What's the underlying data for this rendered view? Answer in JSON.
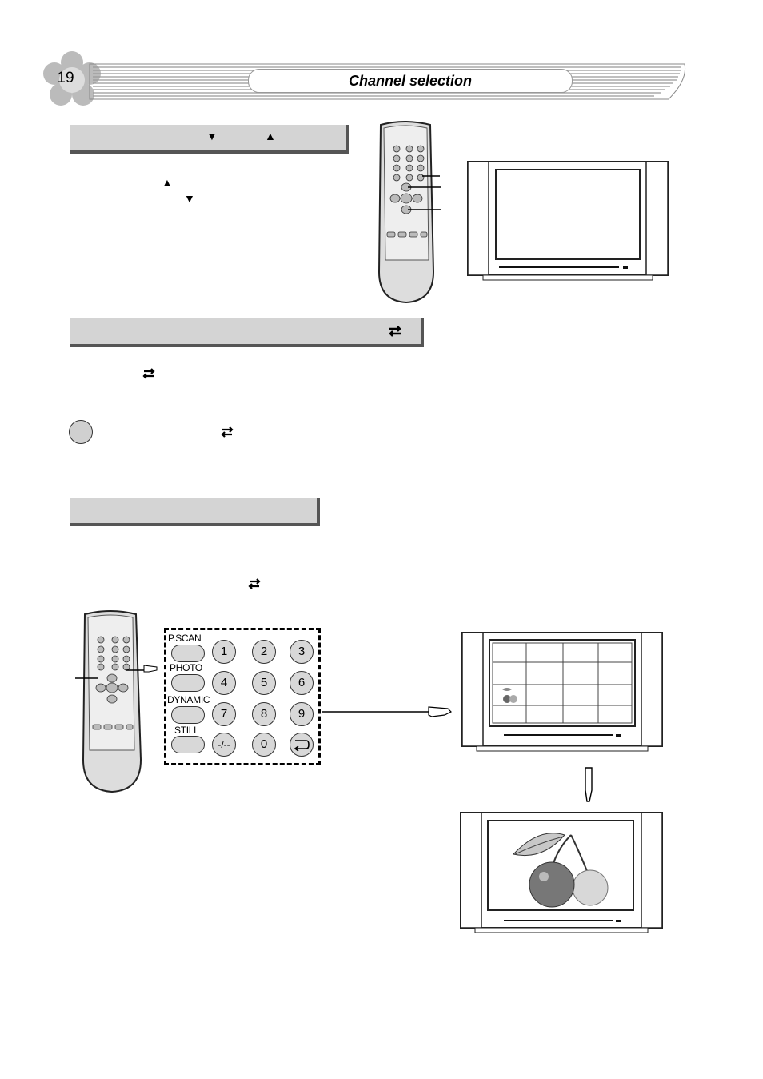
{
  "header": {
    "page_number": "19",
    "title": "Channel selection"
  },
  "section_updown": {
    "down_arrow": "▼",
    "up_arrow": "▲"
  },
  "instructions_updown": {
    "up_arrow": "▲",
    "down_arrow": "▼"
  },
  "section_recall": {
    "icon": "swap-icon"
  },
  "recall_text": {
    "icon": "swap-icon"
  },
  "note": {
    "icon": "swap-icon"
  },
  "section_direct": {
    "icon": "swap-icon"
  },
  "keypad": {
    "function_keys": [
      "P.SCAN",
      "PHOTO",
      "DYNAMIC",
      "STILL"
    ],
    "numbers": [
      "1",
      "2",
      "3",
      "4",
      "5",
      "6",
      "7",
      "8",
      "9",
      "-/--",
      "0"
    ],
    "last_key_icon": "return-icon"
  },
  "colors": {
    "section_bar": "#d4d4d4",
    "key": "#d8d8d8",
    "header_band": "#bdbdbd"
  }
}
